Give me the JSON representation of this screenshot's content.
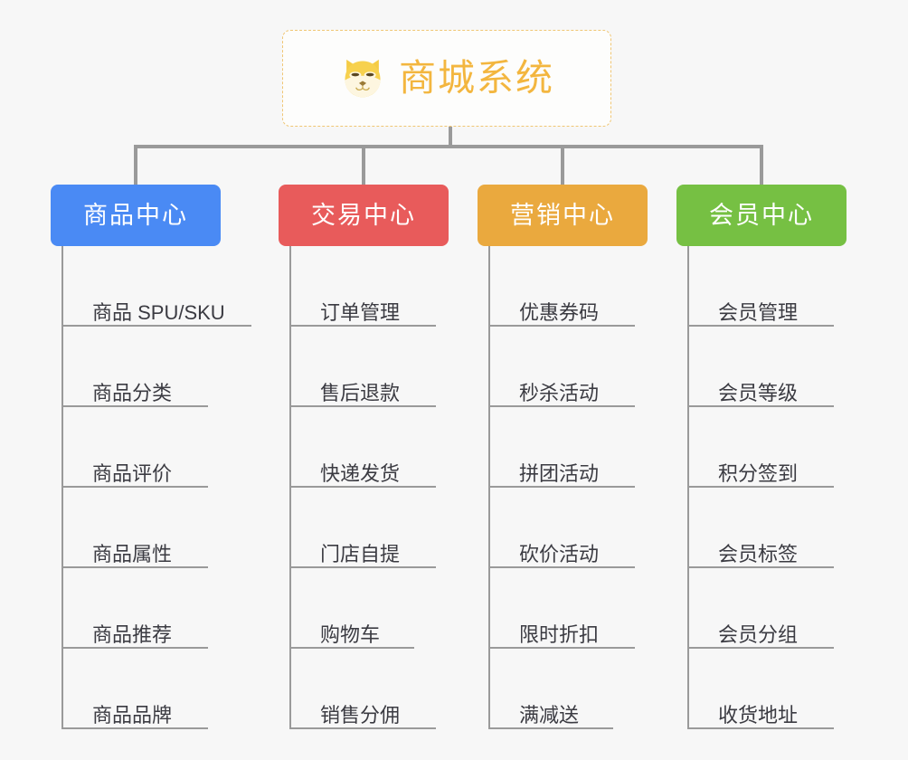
{
  "page": {
    "background_color": "#f7f7f7",
    "line_color": "#9a9a9a",
    "leaf_text_color": "#3b3b42"
  },
  "root": {
    "title": "商城系统",
    "icon": "shiba-dog-icon",
    "text_color": "#f3b63f",
    "border_color": "#f0c674",
    "background_color": "#fdfdfc"
  },
  "branches": [
    {
      "title": "商品中心",
      "color": "#4a8af4",
      "items": [
        {
          "label": "商品 SPU/SKU",
          "underline_width": 208
        },
        {
          "label": "商品分类",
          "underline_width": 160
        },
        {
          "label": "商品评价",
          "underline_width": 160
        },
        {
          "label": "商品属性",
          "underline_width": 160
        },
        {
          "label": "商品推荐",
          "underline_width": 160
        },
        {
          "label": "商品品牌",
          "underline_width": 160
        }
      ]
    },
    {
      "title": "交易中心",
      "color": "#e85b5b",
      "items": [
        {
          "label": "订单管理",
          "underline_width": 160
        },
        {
          "label": "售后退款",
          "underline_width": 160
        },
        {
          "label": "快递发货",
          "underline_width": 160
        },
        {
          "label": "门店自提",
          "underline_width": 160
        },
        {
          "label": "购物车",
          "underline_width": 136
        },
        {
          "label": "销售分佣",
          "underline_width": 160
        }
      ]
    },
    {
      "title": "营销中心",
      "color": "#eaa93e",
      "items": [
        {
          "label": "优惠券码",
          "underline_width": 160
        },
        {
          "label": "秒杀活动",
          "underline_width": 160
        },
        {
          "label": "拼团活动",
          "underline_width": 160
        },
        {
          "label": "砍价活动",
          "underline_width": 160
        },
        {
          "label": "限时折扣",
          "underline_width": 160
        },
        {
          "label": "满减送",
          "underline_width": 136
        }
      ]
    },
    {
      "title": "会员中心",
      "color": "#76c043",
      "items": [
        {
          "label": "会员管理",
          "underline_width": 160
        },
        {
          "label": "会员等级",
          "underline_width": 160
        },
        {
          "label": "积分签到",
          "underline_width": 160
        },
        {
          "label": "会员标签",
          "underline_width": 160
        },
        {
          "label": "会员分组",
          "underline_width": 160
        },
        {
          "label": "收货地址",
          "underline_width": 160
        }
      ]
    }
  ]
}
